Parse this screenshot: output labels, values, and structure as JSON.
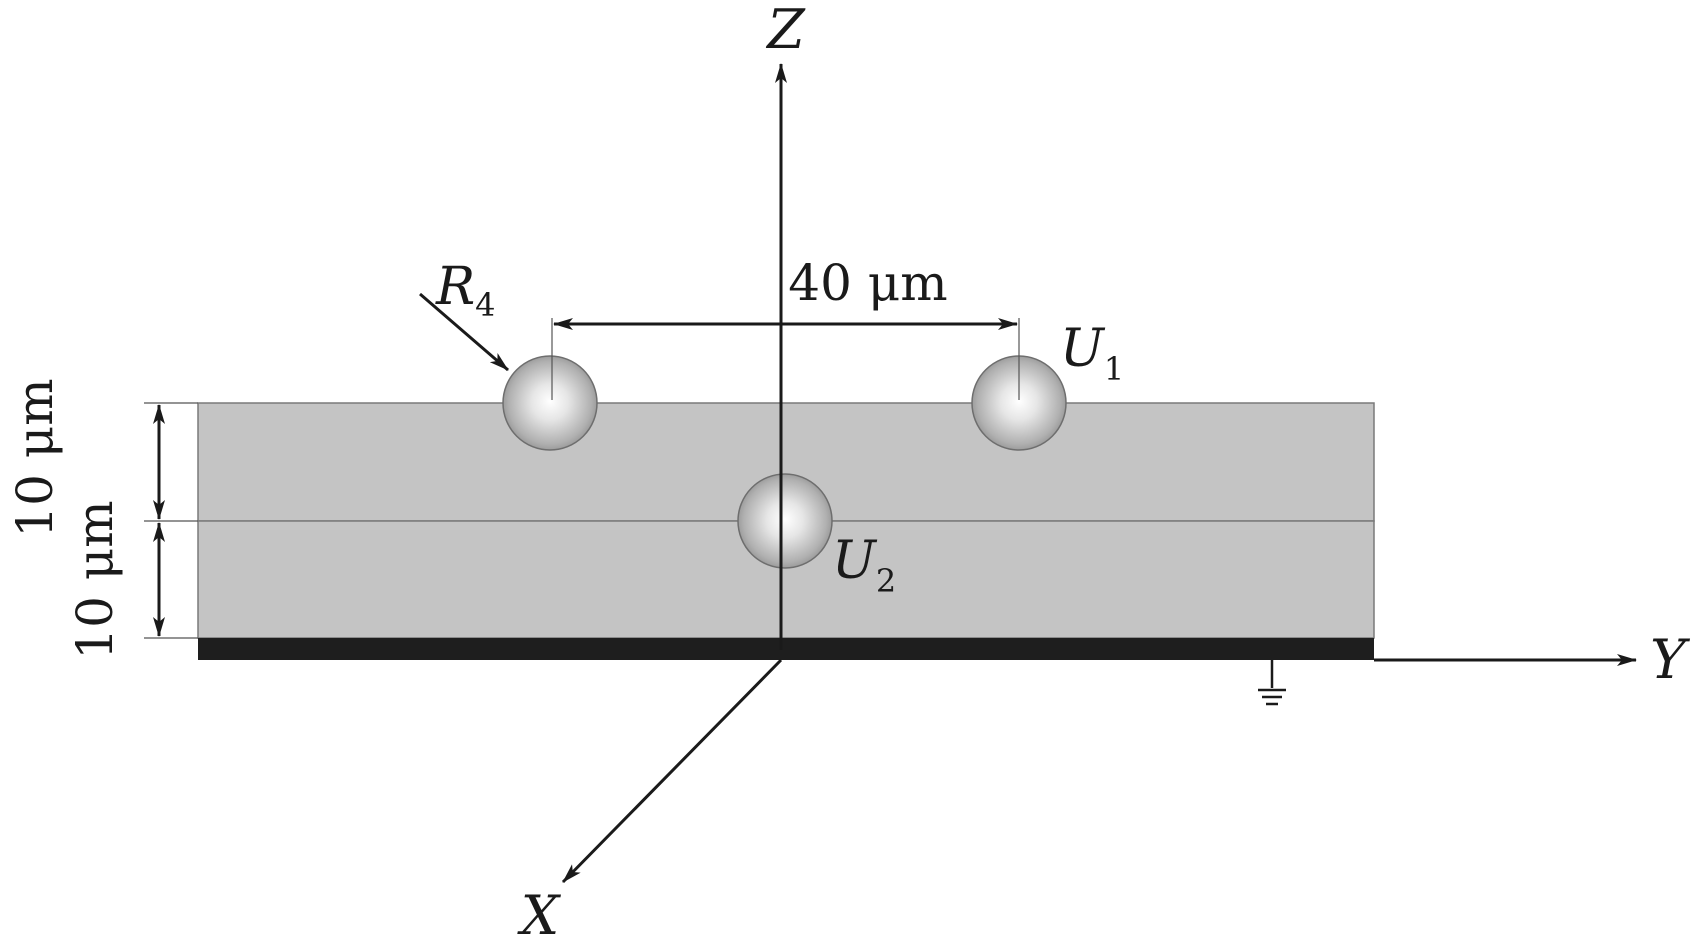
{
  "axes": {
    "z": "Z",
    "y": "Y",
    "x": "X"
  },
  "labels": {
    "r_main": "R",
    "r_sub": "4",
    "u1_main": "U",
    "u1_sub": "1",
    "u2_main": "U",
    "u2_sub": "2"
  },
  "dimensions": {
    "horizontal": "40 μm",
    "vertical_upper": "10 μm",
    "vertical_lower": "10 μm"
  },
  "colors": {
    "layer_fill": "#c4c4c4",
    "layer_line": "#7a7a7a",
    "electrode": "#1e1e1e",
    "axis": "#1a1a1a",
    "sphere_highlight": "#ffffff",
    "sphere_shadow": "#8c8c8c"
  }
}
